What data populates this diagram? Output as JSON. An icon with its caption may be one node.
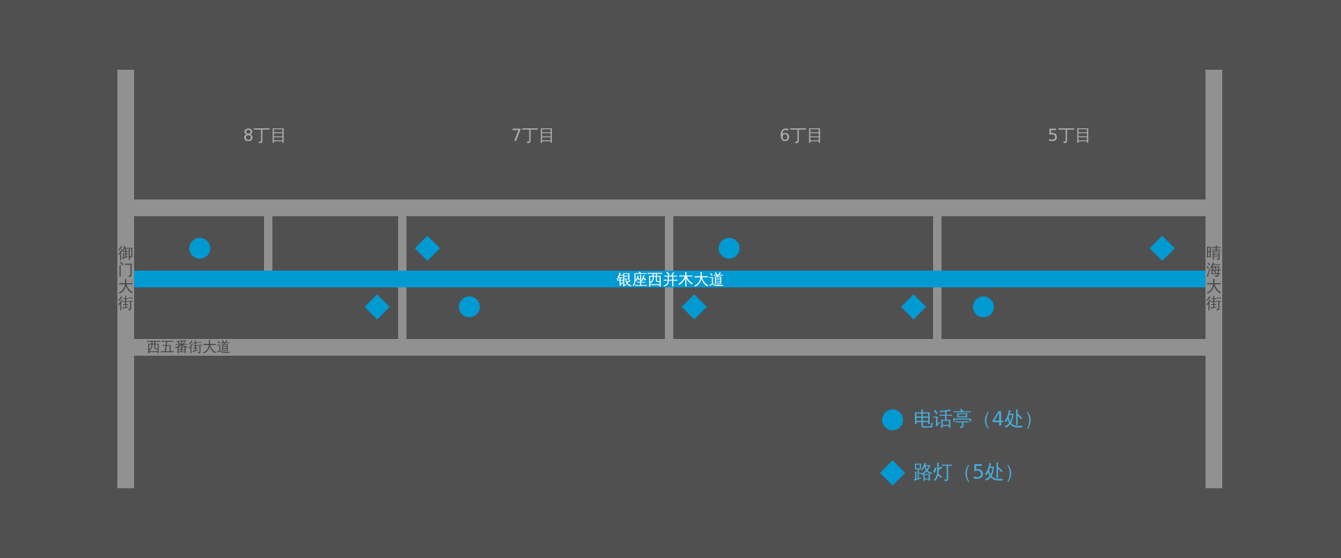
{
  "diagram": {
    "labels": [
      "8丁目",
      "7丁目",
      "6丁目",
      "5丁目",
      "御门大街",
      "银座西并木大道",
      "晴海大街",
      "西五番街大道"
    ],
    "legend": [
      {
        "text": "电话亭（4处）"
      },
      {
        "text": "路灯（5处）"
      }
    ]
  }
}
